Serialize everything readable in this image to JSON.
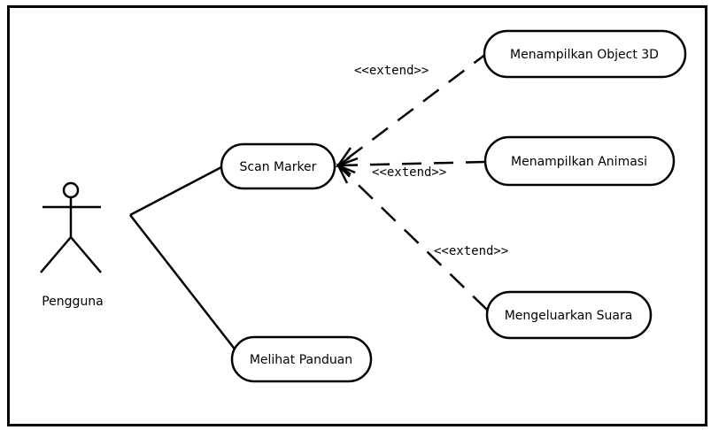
{
  "actor": {
    "label": "Pengguna"
  },
  "use_cases": {
    "scan_marker": "Scan Marker",
    "melihat_panduan": "Melihat Panduan",
    "menampilkan_object_3d": "Menampilkan Object 3D",
    "menampilkan_animasi": "Menampilkan Animasi",
    "mengeluarkan_suara": "Mengeluarkan Suara"
  },
  "relations": {
    "extend_1": "<<extend>>",
    "extend_2": "<<extend>>",
    "extend_3": "<<extend>>"
  },
  "colors": {
    "stroke": "#000000",
    "background": "#ffffff"
  }
}
